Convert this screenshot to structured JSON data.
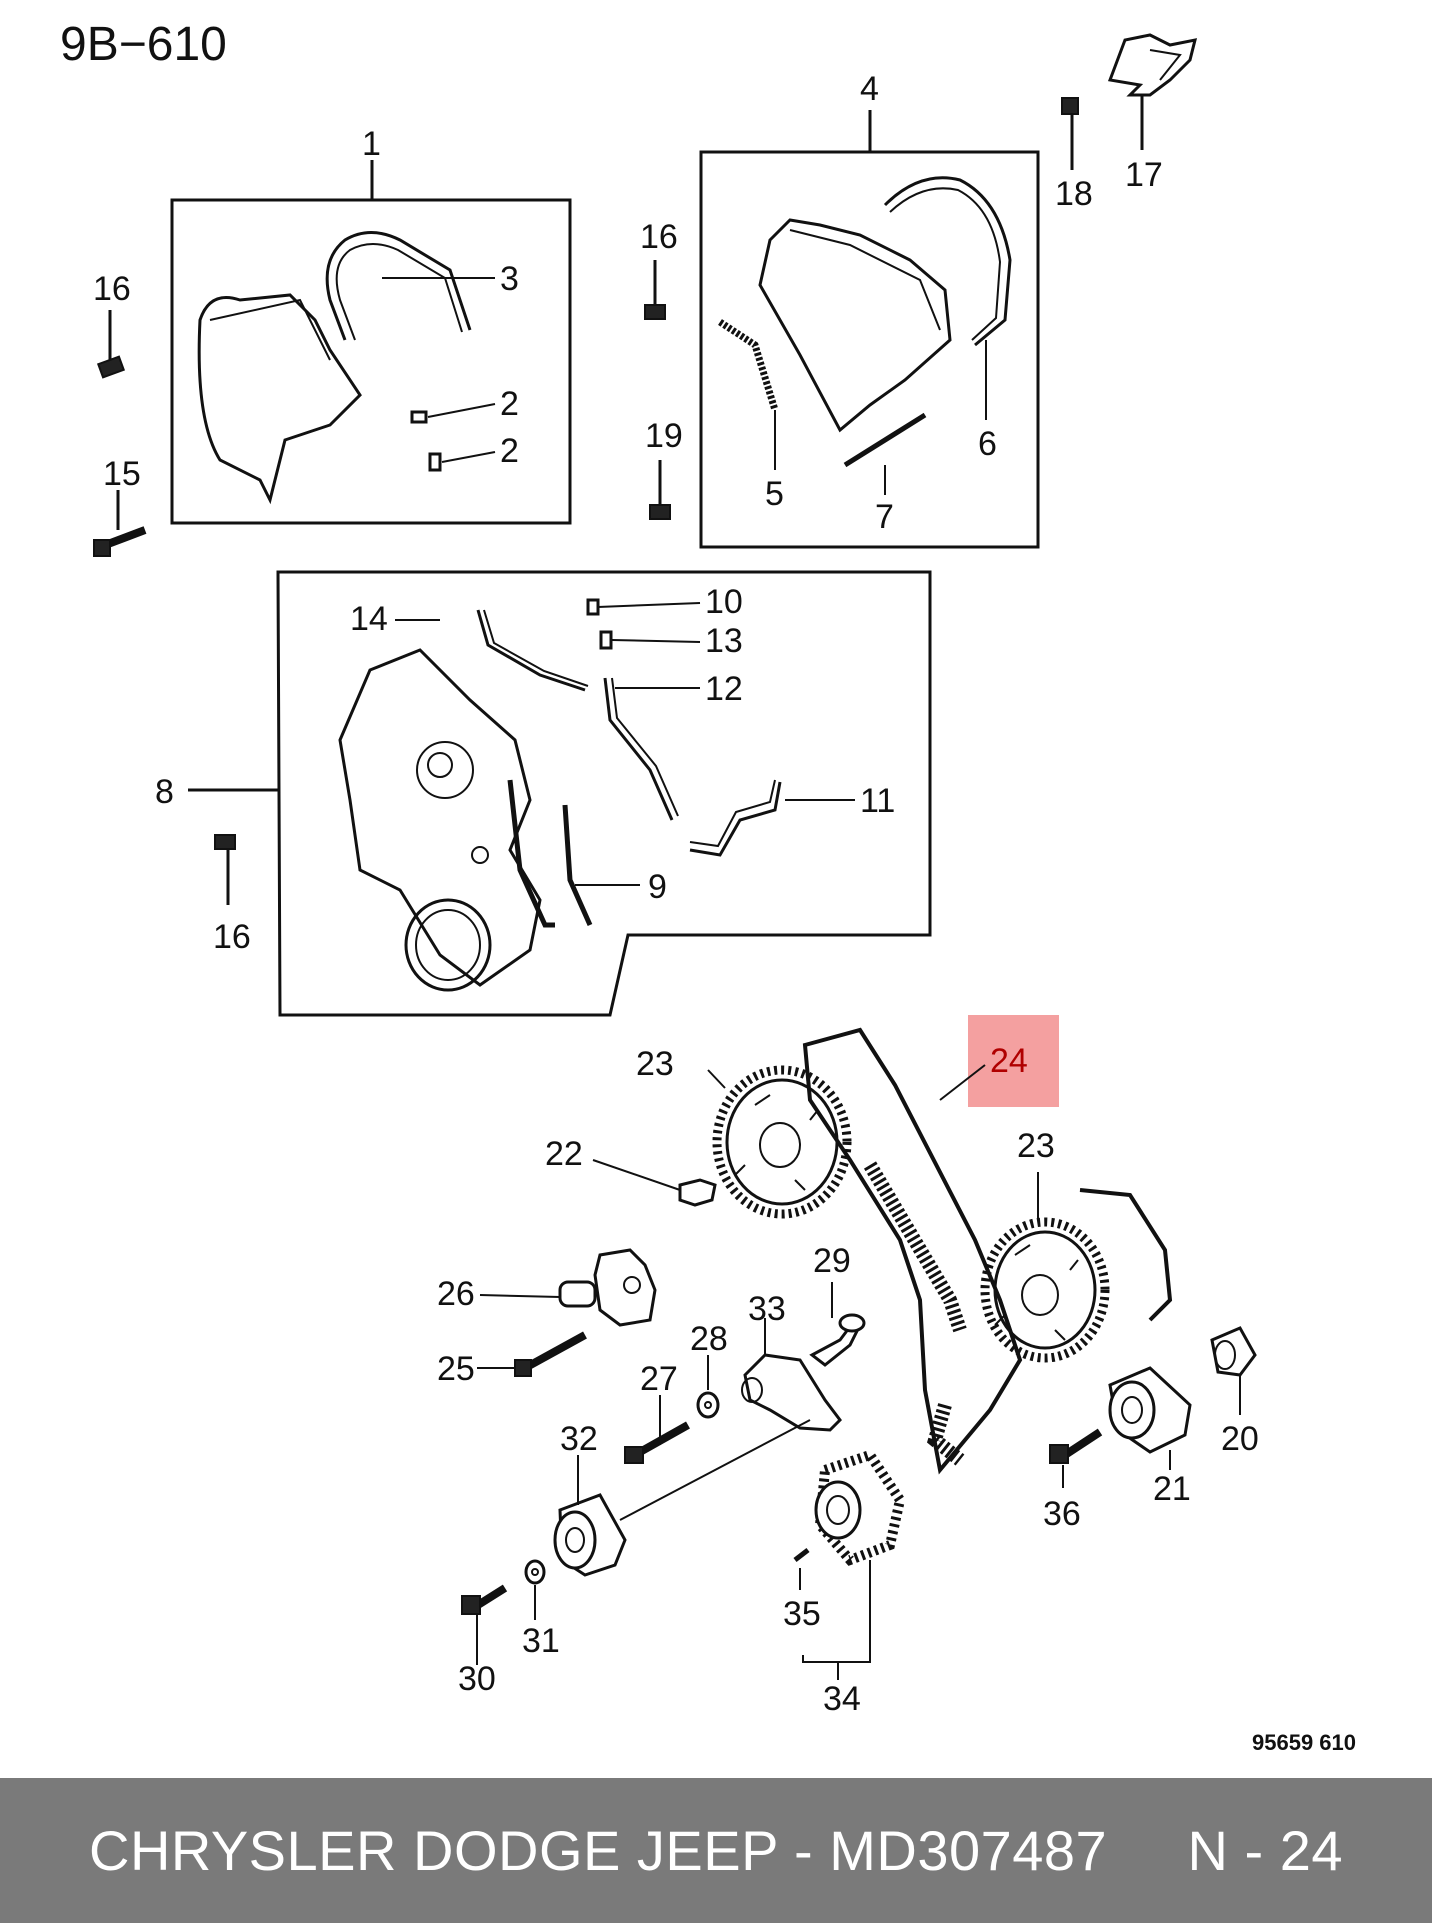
{
  "page_code": "9B−610",
  "figure_code": "95659  610",
  "highlight_color": "#f4a0a0",
  "callouts": {
    "c1": "1",
    "c2a": "2",
    "c2b": "2",
    "c3": "3",
    "c4": "4",
    "c5": "5",
    "c6": "6",
    "c7": "7",
    "c8": "8",
    "c9": "9",
    "c10": "10",
    "c11": "11",
    "c12": "12",
    "c13": "13",
    "c14": "14",
    "c15": "15",
    "c16a": "16",
    "c16b": "16",
    "c16c": "16",
    "c17": "17",
    "c18": "18",
    "c19": "19",
    "c20": "20",
    "c21": "21",
    "c22": "22",
    "c23a": "23",
    "c23b": "23",
    "c24": "24",
    "c25": "25",
    "c26": "26",
    "c27": "27",
    "c28": "28",
    "c29": "29",
    "c30": "30",
    "c31": "31",
    "c32": "32",
    "c33": "33",
    "c34": "34",
    "c35": "35",
    "c36": "36"
  },
  "footer": {
    "text": "CHRYSLER DODGE JEEP - MD307487     N - 24"
  }
}
